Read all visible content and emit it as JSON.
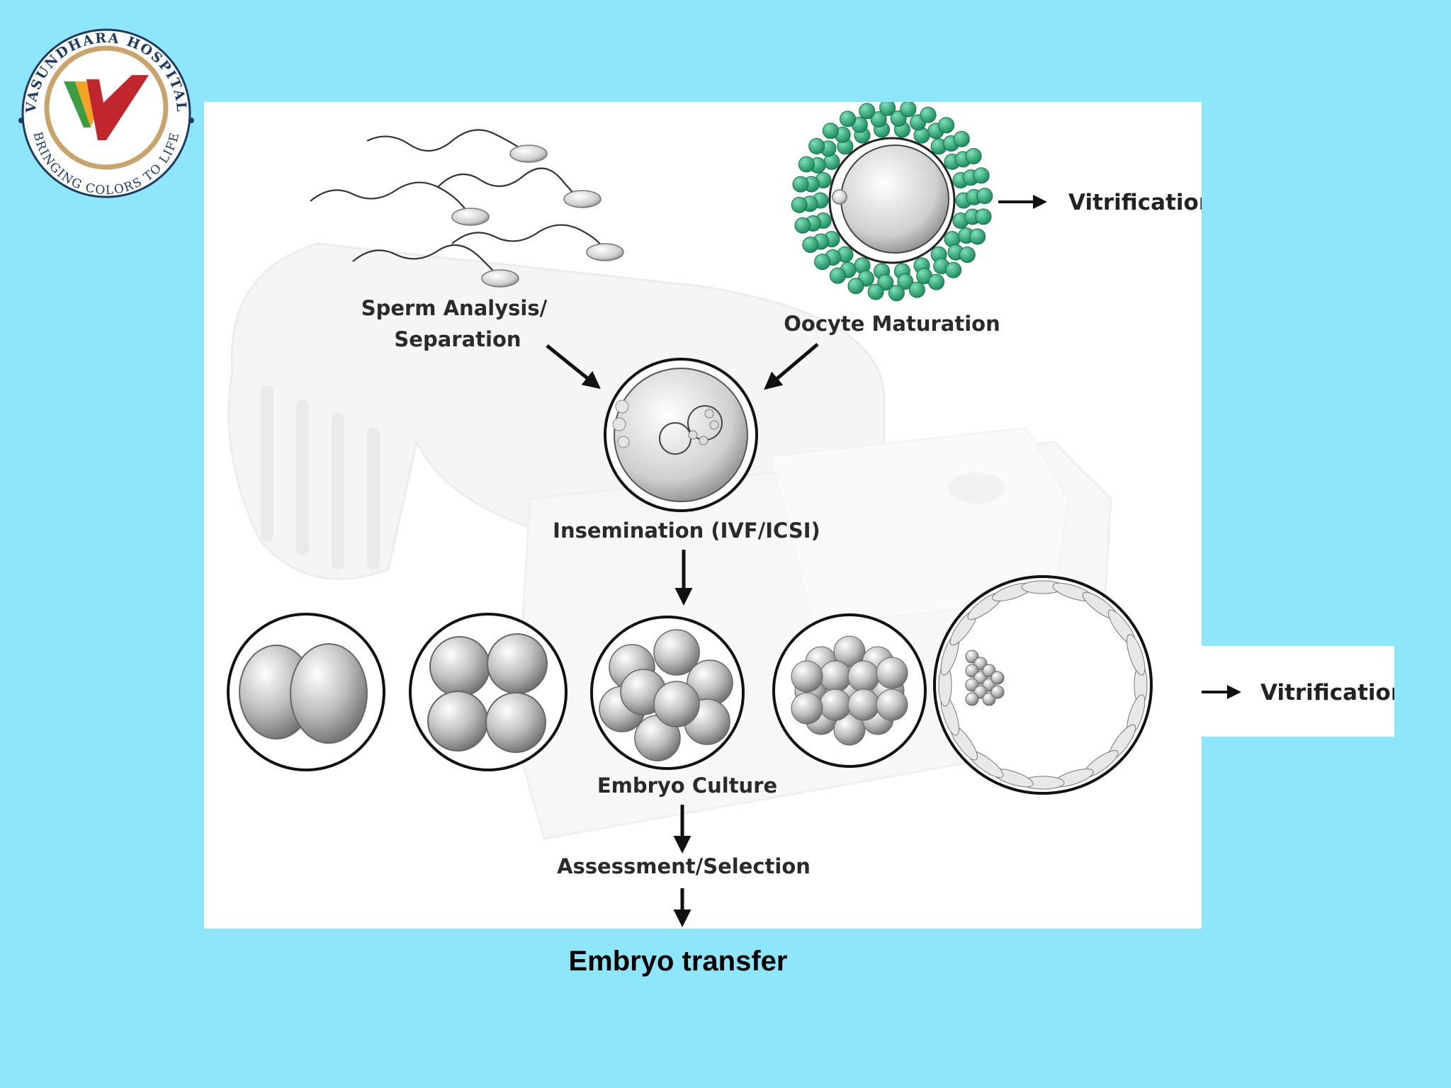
{
  "logo": {
    "ring_text_top": "VASUNDHARA HOSPITAL",
    "ring_text_bottom": "BRINGING COLORS TO LIFE",
    "colors": {
      "ring": "#1c3a66",
      "gold": "#c9a46a",
      "red": "#c0272d",
      "green": "#3a9d42",
      "orange": "#f4a324"
    }
  },
  "diagram": {
    "labels": {
      "sperm_line1": "Sperm Analysis/",
      "sperm_line2": "Separation",
      "oocyte": "Oocyte Maturation",
      "insemination": "Insemination (IVF/ICSI)",
      "embryo_culture": "Embryo Culture",
      "assessment": "Assessment/Selection",
      "vitrification_1": "Vitrification",
      "vitrification_2": "Vitrification"
    },
    "embryo_stages": [
      "2-cell",
      "4-cell",
      "8-cell",
      "morula",
      "blastocyst"
    ],
    "colors": {
      "background": "#8ee6fb",
      "panel": "#ffffff",
      "cumulus": "#2aa876",
      "outline": "#111111"
    }
  },
  "caption": "Embryo transfer"
}
